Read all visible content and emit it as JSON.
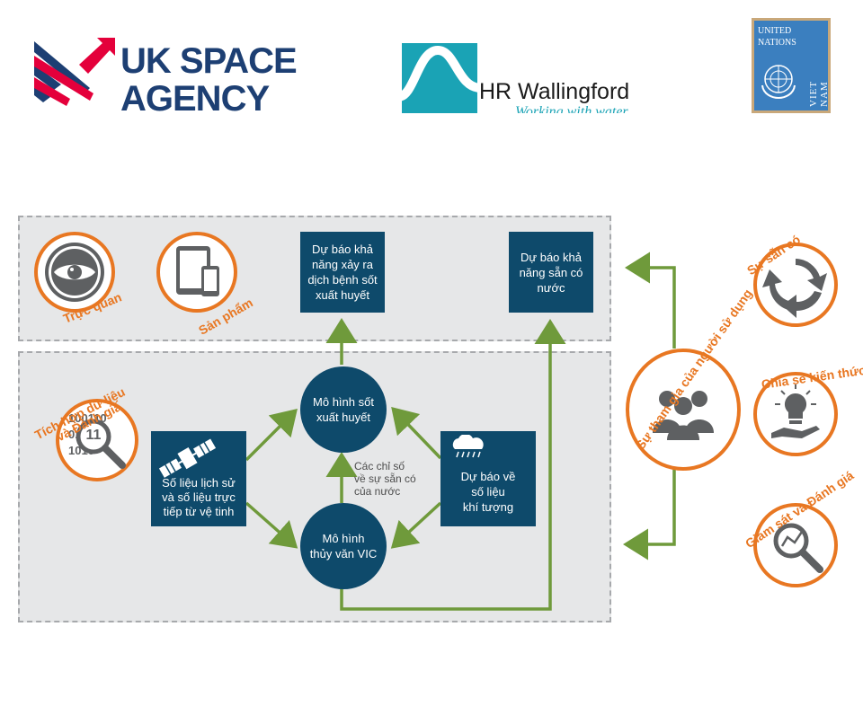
{
  "logos": {
    "uk_space_agency": [
      "UK SPACE",
      "AGENCY"
    ],
    "hr_wallingford": {
      "name": "HR Wallingford",
      "tagline": "Working with water"
    },
    "un_vietnam": {
      "line1": "UNITED",
      "line2": "NATIONS",
      "country": "VIET NAM"
    }
  },
  "top_panel": {
    "icons": [
      {
        "label": "Trực quan",
        "icon": "eye-icon"
      },
      {
        "label": "Sản phẩm",
        "icon": "tablet-phone-icon"
      }
    ],
    "boxes": [
      {
        "text": "Dự báo khả\nnăng xảy ra\ndịch bệnh sốt\nxuất huyết"
      },
      {
        "text": "Dự báo khả\nnăng sẵn có\nnước"
      }
    ]
  },
  "bottom_panel": {
    "integration": {
      "label_line1": "Tích hợp dữ liệu",
      "label_line2": "và Đánh giá",
      "icon": "data-magnifier-icon",
      "digits": [
        "100110",
        "010",
        "1010"
      ],
      "badge": "11"
    },
    "satellite_box": {
      "text": "Số liệu lịch sử\nvà số liệu trực\ntiếp từ vệ tinh",
      "icon": "satellite-icon"
    },
    "dengue_model": {
      "text": "Mô hình sốt\nxuất huyết"
    },
    "vic_model": {
      "text": "Mô hình\nthủy văn VIC"
    },
    "weather_box": {
      "text": "Dự báo về\nsố liệu\nkhí tượng",
      "icon": "rain-cloud-icon"
    },
    "indices_note": "Các chỉ số\nvề sự sẵn có\ncủa nước"
  },
  "user_participation": {
    "label": "Sự tham gia của người sử dụng",
    "icon": "people-icon"
  },
  "right_icons": [
    {
      "label": "Sự sẵn có",
      "icon": "recycle-arrows-icon"
    },
    {
      "label": "Chia sẻ kiến thức",
      "icon": "lightbulb-hand-icon"
    },
    {
      "label": "Giám sát và Đánh giá",
      "icon": "chart-magnifier-icon"
    }
  ],
  "colors": {
    "navy": "#0e4a6b",
    "orange": "#e87722",
    "green": "#6f9a3b",
    "panel": "#e6e7e8",
    "icon_grey": "#5e6062"
  }
}
